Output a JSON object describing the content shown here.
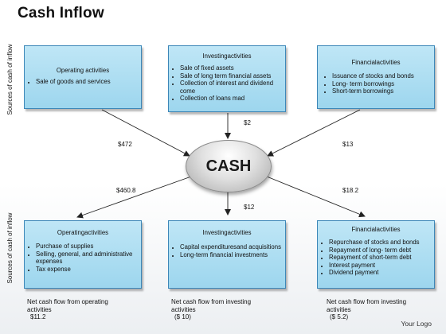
{
  "title": "Cash Inflow",
  "side_labels": {
    "top": "Sources of cash of inflow",
    "bottom": "Sources of cash of inflow"
  },
  "center": {
    "label": "CASH"
  },
  "top_boxes": [
    {
      "title": "Operating activities",
      "items": [
        "Sale of goods and services"
      ]
    },
    {
      "title": "Investingactivities",
      "items": [
        "Sale of fixed assets",
        "Sale of long term financial assets",
        "Collection of interest and dividend come",
        "Collection of loans mad"
      ]
    },
    {
      "title": "Financialactivities",
      "items": [
        "Issuance of stocks and bonds",
        "Long- term borrowings",
        "Short-term borrowings"
      ]
    }
  ],
  "bottom_boxes": [
    {
      "title": "Operatingactivities",
      "items": [
        "Purchase of supplies",
        "Selling, general, and administrative expenses",
        "Tax expense"
      ]
    },
    {
      "title": "Investingactivities",
      "items": [
        "Capital expendituresand acquisitions",
        "Long-term financial investments"
      ]
    },
    {
      "title": "Financialactivities",
      "items": [
        "Repurchase of stocks and bonds",
        "Repayment of long- term debt",
        "Repayment of short-term debt",
        "Interest payment",
        "Dividend payment"
      ]
    }
  ],
  "flows": {
    "in_operating": "$472",
    "in_investing": "$2",
    "in_financial": "$13",
    "out_operating": "$460.8",
    "out_investing": "$12",
    "out_financial": "$18.2"
  },
  "net_flows": [
    {
      "label": "Net cash flow from operating activities",
      "value": "$11.2"
    },
    {
      "label": "Net cash flow from investing activities",
      "value": "($ 10)"
    },
    {
      "label": "Net cash flow from investing activities",
      "value": "($ 5.2)"
    }
  ],
  "logo": "Your Logo"
}
